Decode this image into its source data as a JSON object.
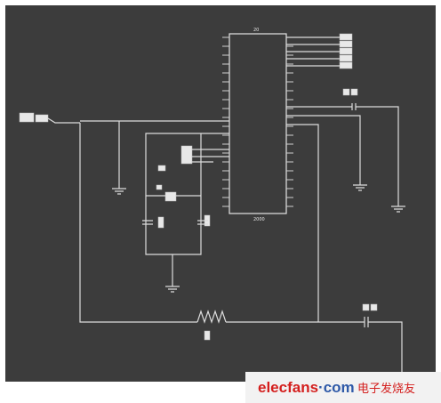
{
  "schematic": {
    "background_color": "#3c3c3c",
    "wire_color": "#dcdcdc",
    "chip_label_top": "20",
    "chip_label_bottom": "2000"
  },
  "watermark": {
    "brand": "elecfans",
    "dot_com": "·com",
    "chinese": "电子发烧友",
    "brand_color": "#d4201f",
    "dot_color": "#2f5aa8",
    "background_color": "#f2f2f2"
  }
}
